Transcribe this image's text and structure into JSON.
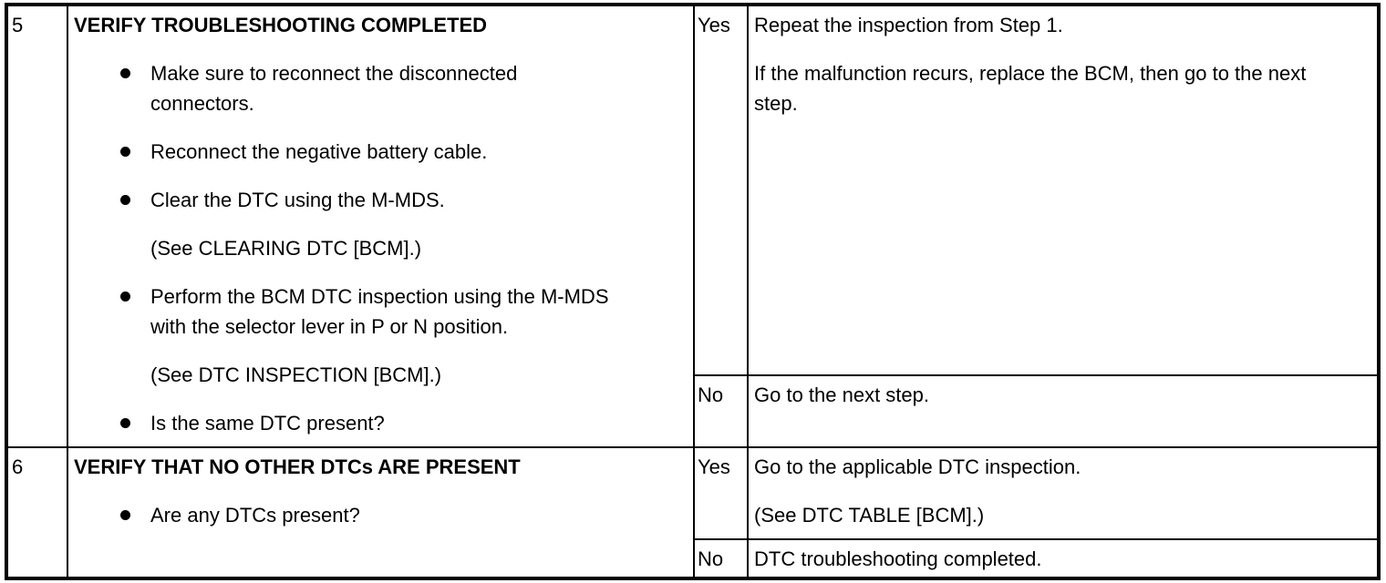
{
  "colors": {
    "paper": "#ffffff",
    "ink": "#000000"
  },
  "table": {
    "rows": [
      {
        "step": "5",
        "title": "VERIFY TROUBLESHOOTING COMPLETED",
        "items": [
          {
            "text": "Make sure to reconnect the disconnected connectors."
          },
          {
            "text": "Reconnect the negative battery cable."
          },
          {
            "text": "Clear the DTC using the M-MDS."
          },
          {
            "text": "(See CLEARING DTC [BCM].)",
            "note": true
          },
          {
            "text": "Perform the BCM DTC inspection using the M-MDS with the selector lever in P or N position."
          },
          {
            "text": "(See DTC INSPECTION [BCM].)",
            "note": true
          },
          {
            "text": "Is the same DTC present?"
          }
        ],
        "yes": {
          "label": "Yes",
          "actions": [
            "Repeat the inspection from Step 1.",
            "If the malfunction recurs, replace the BCM, then go to the next step."
          ]
        },
        "no": {
          "label": "No",
          "actions": [
            "Go to the next step."
          ]
        }
      },
      {
        "step": "6",
        "title": "VERIFY THAT NO OTHER DTCs ARE PRESENT",
        "items": [
          {
            "text": "Are any DTCs present?"
          }
        ],
        "yes": {
          "label": "Yes",
          "actions": [
            "Go to the applicable DTC inspection.",
            "(See DTC TABLE [BCM].)"
          ]
        },
        "no": {
          "label": "No",
          "actions": [
            "DTC troubleshooting completed."
          ]
        }
      }
    ]
  }
}
